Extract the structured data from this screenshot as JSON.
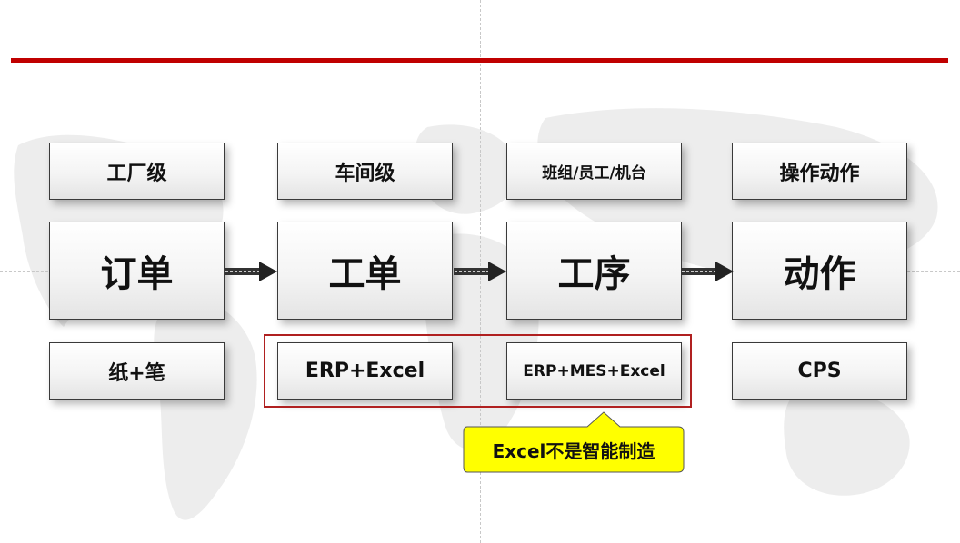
{
  "levels": [
    "工厂级",
    "车间级",
    "班组/员工/机台",
    "操作动作"
  ],
  "units": [
    "订单",
    "工单",
    "工序",
    "动作"
  ],
  "tools": [
    "纸+笔",
    "ERP+Excel",
    "ERP+MES+Excel",
    "CPS"
  ],
  "callout": "Excel不是智能制造",
  "colors": {
    "rule": "#c00000",
    "highlight_border": "#b02020",
    "callout_fill": "#ffff00"
  }
}
